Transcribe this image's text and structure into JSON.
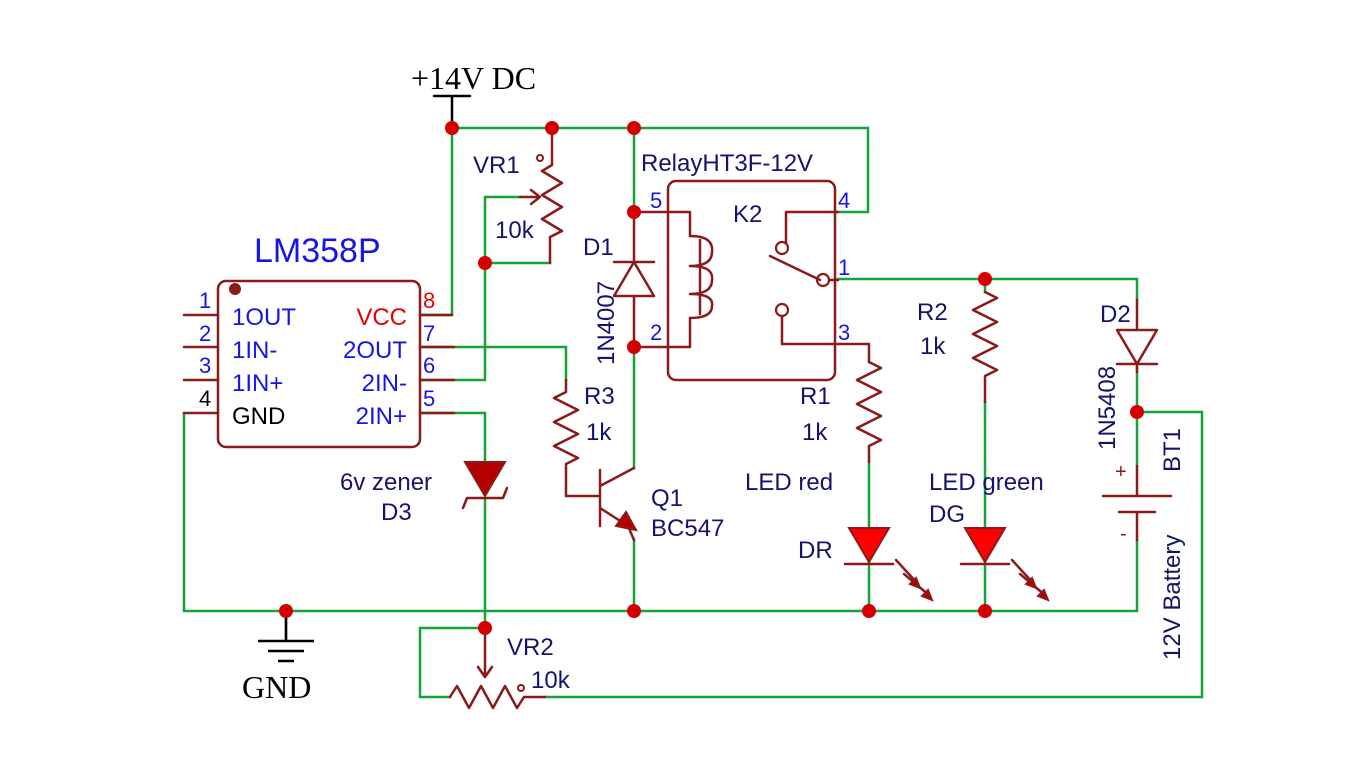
{
  "power": {
    "supply_label": "+14V DC",
    "ground_label": "GND"
  },
  "ic": {
    "name": "LM358P",
    "pins": [
      {
        "num": "1",
        "label": "1OUT"
      },
      {
        "num": "2",
        "label": "1IN-"
      },
      {
        "num": "3",
        "label": "1IN+"
      },
      {
        "num": "4",
        "label": "GND"
      },
      {
        "num": "8",
        "label": "VCC"
      },
      {
        "num": "7",
        "label": "2OUT"
      },
      {
        "num": "6",
        "label": "2IN-"
      },
      {
        "num": "5",
        "label": "2IN+"
      }
    ],
    "colors": {
      "vcc_pin": "#e60000",
      "gnd_pin": "#000000",
      "default_pin": "#1515e6"
    }
  },
  "components": {
    "vr1": {
      "ref": "VR1",
      "value": "10k"
    },
    "vr2": {
      "ref": "VR2",
      "value": "10k"
    },
    "relay": {
      "name": "RelayHT3F-12V",
      "ref": "K2",
      "pins": [
        "5",
        "4",
        "1",
        "2",
        "3"
      ]
    },
    "d1": {
      "ref": "D1",
      "part": "1N4007"
    },
    "d2": {
      "ref": "D2",
      "part": "1N5408"
    },
    "d3": {
      "ref": "D3",
      "part": "6v zener"
    },
    "r1": {
      "ref": "R1",
      "value": "1k"
    },
    "r2": {
      "ref": "R2",
      "value": "1k"
    },
    "r3": {
      "ref": "R3",
      "value": "1k"
    },
    "q1": {
      "ref": "Q1",
      "part": "BC547"
    },
    "led_red": {
      "label": "LED red",
      "ref": "DR"
    },
    "led_green": {
      "label": "LED green",
      "ref": "DG"
    },
    "battery": {
      "ref": "BT1",
      "label": "12V Battery",
      "plus": "+",
      "minus": "-"
    }
  },
  "colors": {
    "wire": "#17a23a",
    "component": "#8b1a1a",
    "junction": "#d40000",
    "label": "#14146e",
    "ic_text": "#1515e6"
  }
}
